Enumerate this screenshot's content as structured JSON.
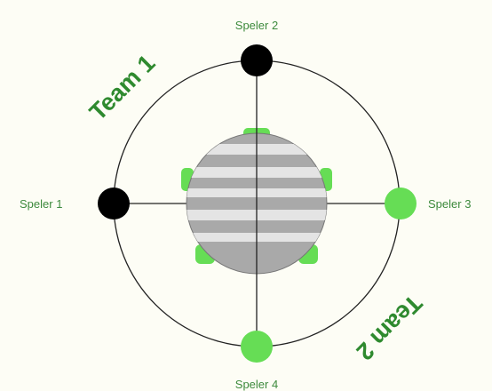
{
  "players": [
    {
      "id": "speler-1",
      "label": "Speler 1",
      "team": 1
    },
    {
      "id": "speler-2",
      "label": "Speler 2",
      "team": 1
    },
    {
      "id": "speler-3",
      "label": "Speler 3",
      "team": 2
    },
    {
      "id": "speler-4",
      "label": "Speler 4",
      "team": 2
    }
  ],
  "teams": [
    {
      "label": "Team 1",
      "color": "#000000"
    },
    {
      "label": "Team 2",
      "color": "#66dd55"
    }
  ],
  "colors": {
    "background": "#fdfdf5",
    "line": "#222222",
    "label_text": "#3d8a3d",
    "team_text": "#2f8a2f",
    "table_fill": "#a9a9a9",
    "table_stripe": "#e4e4e4",
    "chair": "#66dd55"
  }
}
